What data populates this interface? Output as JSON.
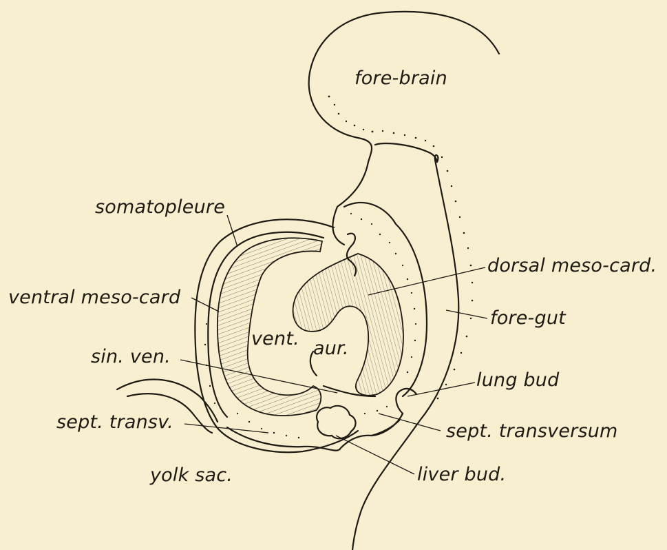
{
  "labels": {
    "fore_brain": "fore-brain",
    "somatopleure": "somatopleure",
    "ventral_meso_card": "ventral meso-card",
    "sin_ven": "sin. ven.",
    "sept_transv": "sept. transv.",
    "yolk_sac": "yolk sac.",
    "vent": "vent.",
    "aur": "aur.",
    "dorsal_meso_card": "dorsal meso-card.",
    "fore_gut": "fore-gut",
    "lung_bud": "lung bud",
    "sept_transversum": "sept. transversum",
    "liver_bud": "liver bud."
  },
  "colors": {
    "paper": "#f7efcf",
    "ink": "#1e1a14"
  }
}
